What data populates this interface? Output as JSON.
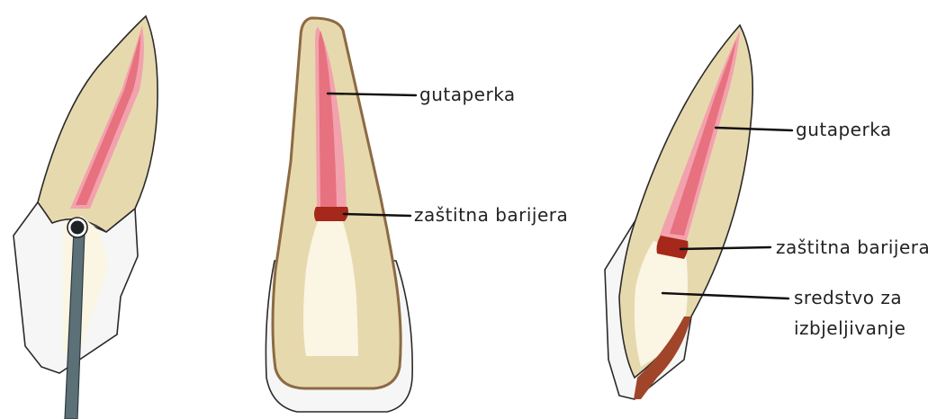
{
  "labels": {
    "gutta_percha": "gutaperka",
    "protective_barrier": "zaštitna barijera",
    "bleaching_agent_line1": "sredstvo za",
    "bleaching_agent_line2": "izbjeljivanje"
  },
  "colors": {
    "dentin": "#e7d9ae",
    "enamel": "#f6f6f6",
    "root_canal": "#f2a2ad",
    "gutta_percha": "#e7717f",
    "barrier": "#a5281a",
    "chamber": "#fbf5e3",
    "instrument": "#5c7078",
    "stain": "#a0452a"
  }
}
